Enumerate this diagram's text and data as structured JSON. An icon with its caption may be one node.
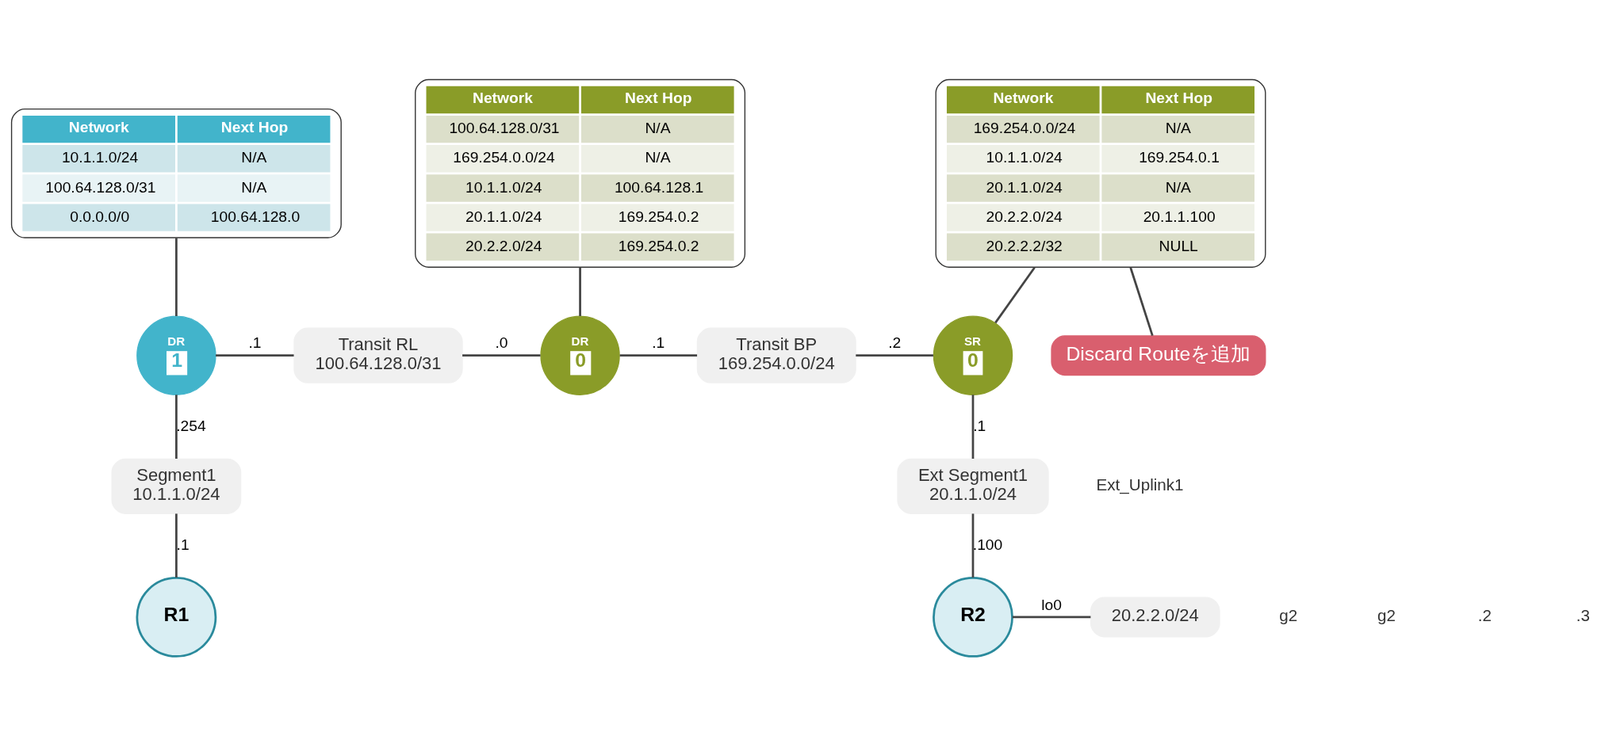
{
  "diagram": {
    "nodes": [
      {
        "text": [
          "Network",
          "Next Hop",
          "10.1.1.0/24",
          "N/A",
          "100.64.128.0/31",
          "N/A",
          "0.0.0.0/0",
          "100.64.128.0"
        ]
      },
      {
        "text": [
          "Network",
          "Next Hop",
          "100.64.128.0/31",
          "N/A",
          "169.254.0.0/24",
          "N/A",
          "10.1.1.0/24",
          "100.64.128.1",
          "20.1.1.0/24",
          "169.254.0.2",
          "20.2.2.0/24",
          "169.254.0.2"
        ]
      },
      {
        "text": [
          "Network",
          "Next Hop",
          "169.254.0.0/24",
          "N/A",
          "10.1.1.0/24",
          "169.254.0.1",
          "20.1.1.0/24",
          "N/A",
          "20.2.2.0/24",
          "20.1.1.100",
          "20.2.2.2/32",
          "NULL"
        ]
      },
      {
        "text": [
          "DR",
          "1"
        ]
      },
      {
        "text": [
          "Transit RL",
          "100.64.128.0/31"
        ]
      },
      {
        "text": [
          "DR",
          "0"
        ]
      },
      {
        "text": [
          "Transit BP",
          "169.254.0.0/24"
        ]
      },
      {
        "text": [
          "SR",
          "0"
        ]
      },
      {
        "text": [
          "Discard Routeを追加"
        ]
      },
      {
        "text": [
          "Segment1",
          "10.1.1.0/24"
        ]
      },
      {
        "text": [
          "Ext Segment1",
          "20.1.1.0/24"
        ]
      },
      {
        "text": [
          "R1"
        ]
      },
      {
        "text": [
          "R2"
        ]
      },
      {
        "text": [
          "20.2.2.0/24"
        ]
      }
    ],
    "edges": [
      {
        "from": 0,
        "to": 3,
        "arrow": "none"
      },
      {
        "from": 1,
        "to": 5,
        "arrow": "none"
      },
      {
        "from": 2,
        "to": 7,
        "arrow": "none"
      },
      {
        "from": 8,
        "to": 2,
        "arrow": "none"
      },
      {
        "from": 3,
        "to": 4,
        "arrow": "none",
        "label": ".1"
      },
      {
        "from": 4,
        "to": 5,
        "arrow": "none",
        "label": ".0"
      },
      {
        "from": 5,
        "to": 6,
        "arrow": "none",
        "label": ".1"
      },
      {
        "from": 6,
        "to": 7,
        "arrow": "none",
        "label": ".2"
      },
      {
        "from": 3,
        "to": 9,
        "arrow": "none",
        "label": ".254"
      },
      {
        "from": 7,
        "to": 10,
        "arrow": "none",
        "label": ".1"
      },
      {
        "from": 9,
        "to": 11,
        "arrow": "none",
        "label": ".1"
      },
      {
        "from": 10,
        "to": 12,
        "arrow": "none",
        "label": ".100"
      },
      {
        "from": 12,
        "to": 13,
        "arrow": "none",
        "label": "lo0"
      }
    ],
    "labels": [
      "Ext_Uplink1",
      "g2",
      "g2",
      ".2",
      ".3"
    ]
  }
}
